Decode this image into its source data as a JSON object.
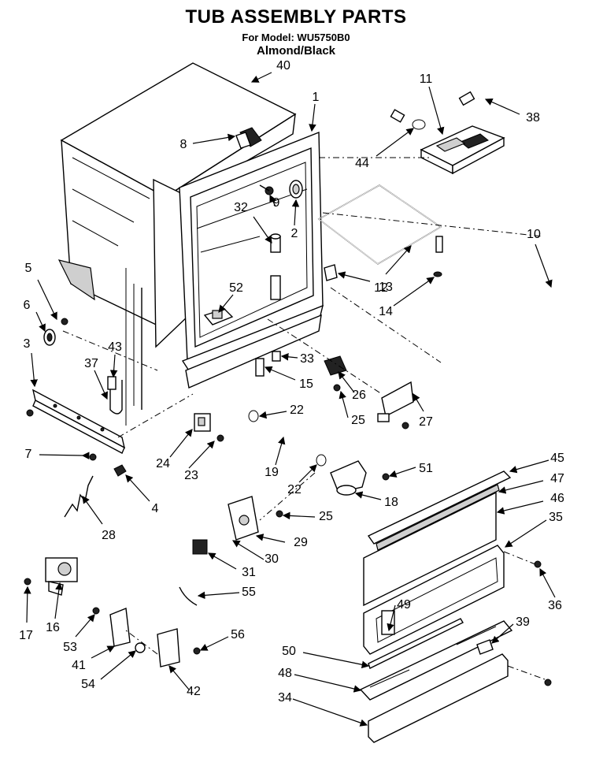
{
  "header": {
    "title": "TUB ASSEMBLY PARTS",
    "model": "For Model: WU5750B0",
    "color": "Almond/Black"
  },
  "callouts": [
    "40",
    "1",
    "11",
    "38",
    "8",
    "44",
    "9",
    "2",
    "32",
    "10",
    "5",
    "13",
    "6",
    "12",
    "52",
    "3",
    "14",
    "43",
    "37",
    "33",
    "15",
    "26",
    "22",
    "25",
    "27",
    "7",
    "24",
    "23",
    "51",
    "19",
    "22",
    "18",
    "4",
    "45",
    "47",
    "28",
    "25",
    "46",
    "29",
    "35",
    "30",
    "31",
    "55",
    "36",
    "49",
    "39",
    "17",
    "16",
    "53",
    "56",
    "50",
    "41",
    "48",
    "54",
    "42",
    "34"
  ]
}
